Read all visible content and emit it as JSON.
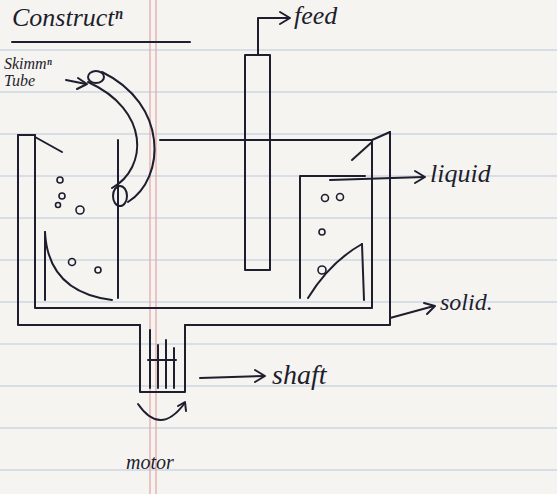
{
  "diagram": {
    "title": "Constructⁿ",
    "labels": [
      "Skimmⁿ Tube",
      "feed",
      "liquid",
      "solid.",
      "shaft",
      "motor"
    ]
  }
}
